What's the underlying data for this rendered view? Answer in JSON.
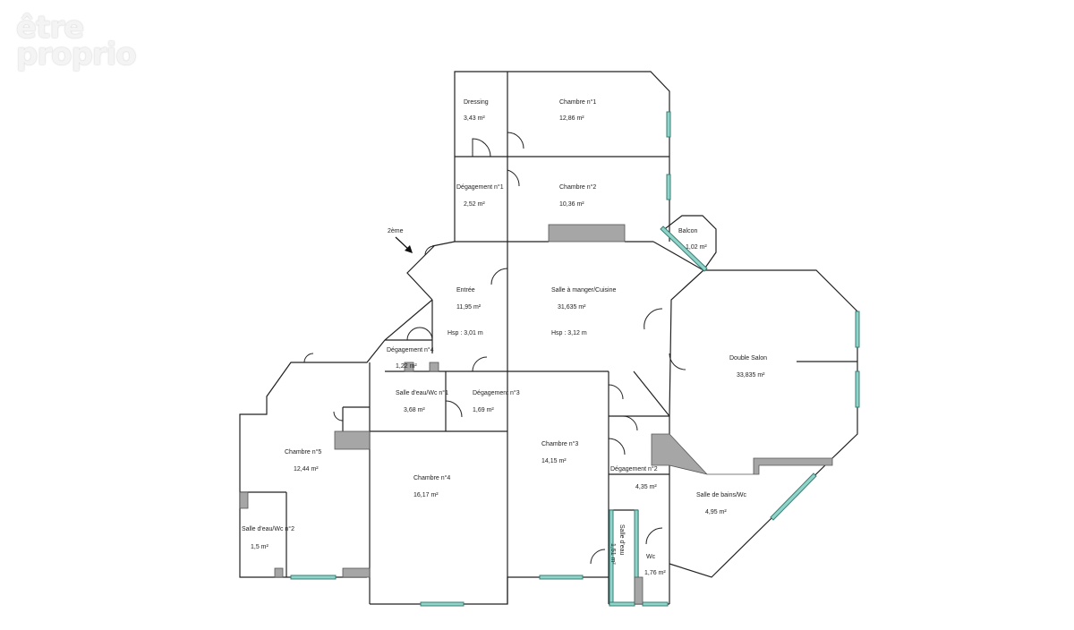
{
  "logo": {
    "line1": "être",
    "line2": "proprio"
  },
  "floor_label": "2ème",
  "rooms": [
    {
      "id": "dressing",
      "name": "Dressing",
      "area": "3,43  m²"
    },
    {
      "id": "chambre1",
      "name": "Chambre n°1",
      "area": "12,86  m²"
    },
    {
      "id": "degagement1",
      "name": "Dégagement n°1",
      "area": "2,52  m²"
    },
    {
      "id": "chambre2",
      "name": "Chambre n°2",
      "area": "10,36  m²"
    },
    {
      "id": "balcon",
      "name": "Balcon",
      "area": "1,02  m²"
    },
    {
      "id": "entree",
      "name": "Entrée",
      "area": "11,95  m²",
      "extra": "Hsp : 3,01 m"
    },
    {
      "id": "salle_manger",
      "name": "Salle à manger/Cuisine",
      "area": "31,635  m²",
      "extra": "Hsp : 3,12 m"
    },
    {
      "id": "double_salon",
      "name": "Double Salon",
      "area": "33,835  m²"
    },
    {
      "id": "degagement4",
      "name": "Dégagement n°4",
      "area": "1,22  m²"
    },
    {
      "id": "salle_eau_wc1",
      "name": "Salle d'eau/Wc n°1",
      "area": "3,68  m²"
    },
    {
      "id": "degagement3",
      "name": "Dégagement n°3",
      "area": "1,69  m²"
    },
    {
      "id": "chambre5",
      "name": "Chambre n°5",
      "area": "12,44  m²"
    },
    {
      "id": "chambre4",
      "name": "Chambre n°4",
      "area": "16,17  m²"
    },
    {
      "id": "chambre3",
      "name": "Chambre n°3",
      "area": "14,15  m²"
    },
    {
      "id": "degagement2",
      "name": "Dégagement n°2",
      "area": "4,35  m²"
    },
    {
      "id": "salle_bains",
      "name": "Salle de bains/Wc",
      "area": "4,95  m²"
    },
    {
      "id": "salle_eau_wc2",
      "name": "Salle d'eau/Wc n°2",
      "area": "1,5  m²"
    },
    {
      "id": "salle_eau",
      "name": "Salle d'eau",
      "area": "1,51  m²"
    },
    {
      "id": "wc",
      "name": "Wc",
      "area": "1,76  m²"
    }
  ]
}
